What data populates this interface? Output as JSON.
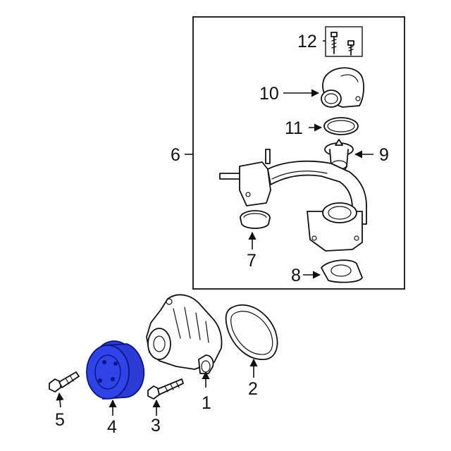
{
  "callouts": {
    "c1": "1",
    "c2": "2",
    "c3": "3",
    "c4": "4",
    "c5": "5",
    "c6": "6",
    "c7": "7",
    "c8": "8",
    "c9": "9",
    "c10": "10",
    "c11": "11",
    "c12": "12"
  },
  "colors": {
    "highlight_fill": "#2b3bd6",
    "highlight_stroke": "#0b1580",
    "line": "#111111",
    "background": "#ffffff"
  }
}
